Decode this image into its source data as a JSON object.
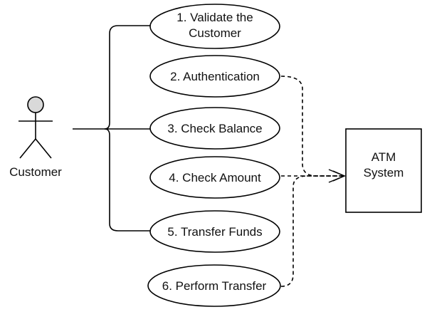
{
  "actor": {
    "label": "Customer",
    "head_color": "#d9d9d9"
  },
  "use_cases": [
    {
      "lines": [
        "1. Validate the",
        "Customer"
      ]
    },
    {
      "lines": [
        "2. Authentication"
      ]
    },
    {
      "lines": [
        "3. Check Balance"
      ]
    },
    {
      "lines": [
        "4. Check Amount"
      ]
    },
    {
      "lines": [
        "5. Transfer Funds"
      ]
    },
    {
      "lines": [
        "6. Perform Transfer"
      ]
    }
  ],
  "system": {
    "lines": [
      "ATM",
      "System"
    ]
  }
}
